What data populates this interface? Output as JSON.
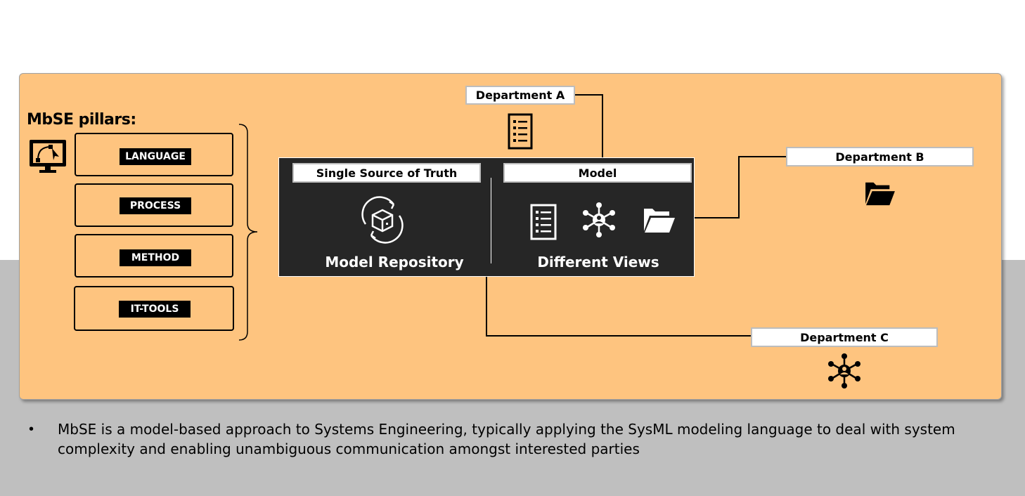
{
  "pillars": {
    "title": "MbSE pillars:",
    "items": [
      "LANGUAGE",
      "PROCESS",
      "METHOD",
      "IT-TOOLS"
    ]
  },
  "center": {
    "left_label": "Single Source of Truth",
    "left_caption": "Model Repository",
    "right_label": "Model",
    "right_caption": "Different Views"
  },
  "departments": {
    "a": "Department A",
    "b": "Department B",
    "c": "Department C"
  },
  "icons": {
    "pillars": "computer-curve-icon",
    "repository": "cycle-box-icon",
    "views": [
      "checklist-icon",
      "network-user-icon",
      "open-folder-icon"
    ],
    "dept_a": "checklist-icon",
    "dept_b": "open-folder-icon",
    "dept_c": "network-user-icon"
  },
  "bullet": {
    "marker": "•",
    "text": "MbSE is a model-based approach to Systems Engineering, typically applying the SysML modeling language to deal with system complexity and enabling unambiguous communication amongst interested parties"
  }
}
